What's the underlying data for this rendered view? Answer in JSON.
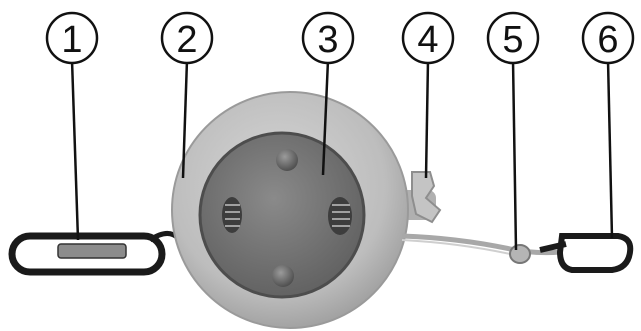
{
  "figure": {
    "callouts": [
      {
        "label": "1"
      },
      {
        "label": "2"
      },
      {
        "label": "3"
      },
      {
        "label": "4"
      },
      {
        "label": "5"
      },
      {
        "label": "6"
      }
    ],
    "colors": {
      "outer_shell": "#bdbdbd",
      "inner_plate": "#7d7d7d",
      "carabiner": "#1a1a1a",
      "cord": "#a8a8a8",
      "leader_line": "#111111"
    }
  }
}
